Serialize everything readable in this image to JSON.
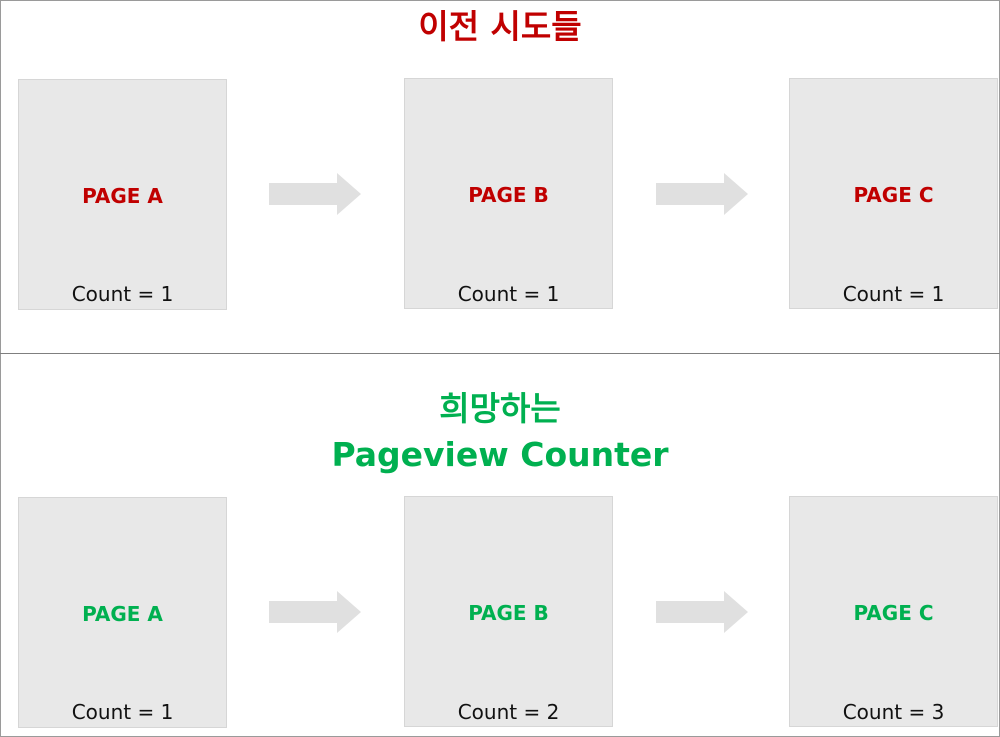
{
  "colors": {
    "top_accent": "#C00000",
    "bottom_accent": "#00B050",
    "page_fill": "#e8e8e8",
    "arrow_fill": "#e0e0e0"
  },
  "top_section": {
    "title": "이전 시도들",
    "pages": [
      {
        "label": "PAGE A",
        "count": "Count = 1"
      },
      {
        "label": "PAGE B",
        "count": "Count = 1"
      },
      {
        "label": "PAGE C",
        "count": "Count = 1"
      }
    ]
  },
  "bottom_section": {
    "title_line1": "희망하는",
    "title_line2": "Pageview Counter",
    "pages": [
      {
        "label": "PAGE A",
        "count": "Count = 1"
      },
      {
        "label": "PAGE B",
        "count": "Count = 2"
      },
      {
        "label": "PAGE C",
        "count": "Count = 3"
      }
    ]
  },
  "icons": {
    "arrow": "right-arrow-icon"
  }
}
